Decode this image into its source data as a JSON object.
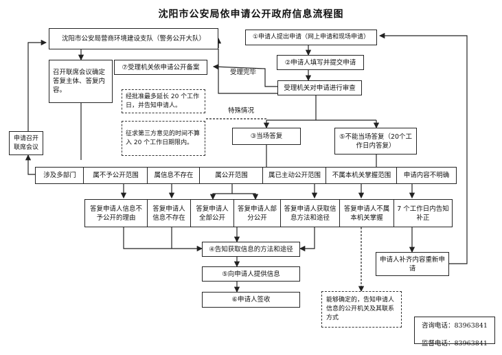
{
  "title": "沈阳市公安局依申请公开政府信息流程图",
  "boxes": {
    "zhidui": "沈阳市公安局营商环境建设支队（警务公开大队）",
    "apply": "①申请人提出申请（网上申请和现场申请）",
    "fill": "②申请人填写并提交申请",
    "accept_box": "⑦受理机关依申请公开备案",
    "review": "受理机关对申请进行审查",
    "joint_meeting": "召开联席会议确定答复主体、答复内容。",
    "extend_note": "经批准最多延长 20 个工作日，并告知申请人。",
    "third_party_note": "征求第三方意见的时间不算入 20 个工作日期限内。",
    "apply_meeting": "申请召开联席会议",
    "on_spot": "③当场答复",
    "not_on_spot": "⑤不能当场答复（20个工作日内答复）",
    "notify_method": "④告知获取信息的方法和途径",
    "provide_info": "⑤向申请人提供信息",
    "sign": "⑥申请人签收",
    "supplement": "申请人补齐内容重新申请",
    "can_determine": "能够确定的，告知申请人信息的公开机关及其联系方式"
  },
  "labels": {
    "accepted": "受理完毕",
    "special": "特殊情况"
  },
  "categories": [
    "涉及多部门",
    "属不予公开范围",
    "属信息不存在",
    "属公开范围",
    "属已主动公开范围",
    "不属本机关掌握范围",
    "申请内容不明确"
  ],
  "replies": [
    "答复申请人信息不予公开的理由",
    "答复申请人信息不存在",
    "答复申请人全部公开",
    "答复申请人部分公开",
    "答复申请人获取信息方法和途径",
    "答复申请人不属本机关掌握",
    "7 个工作日内告知补正"
  ],
  "contact": {
    "consult_label": "咨询电话：",
    "consult_phone": "83963841",
    "supervise_label": "监督电话：",
    "supervise_phone": "83963841"
  }
}
